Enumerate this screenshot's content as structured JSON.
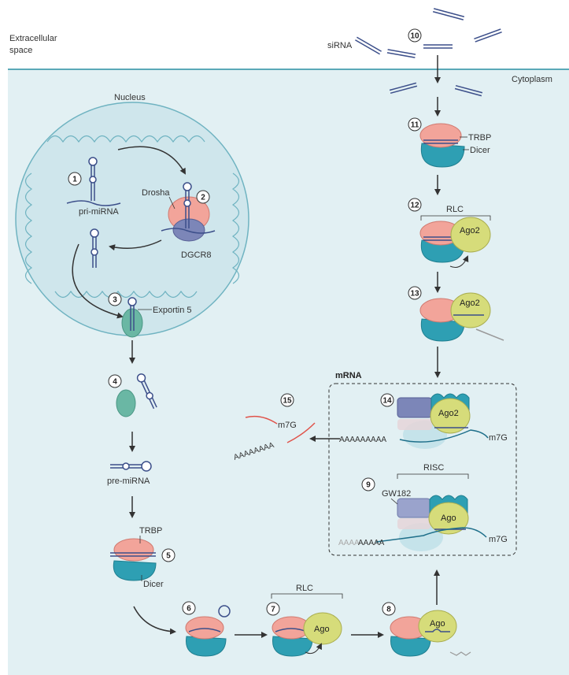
{
  "regions": {
    "extracellular": "Extracellular\nspace",
    "cytoplasm": "Cytoplasm",
    "nucleus": "Nucleus",
    "mrna_box": "mRNA"
  },
  "labels": {
    "sirna": "siRNA",
    "pri_mirna": "pri-miRNA",
    "drosha": "Drosha",
    "dgcr8": "DGCR8",
    "exportin5": "Exportin 5",
    "pre_mirna": "pre-miRNA",
    "trbp_left": "TRBP",
    "dicer_left": "Dicer",
    "trbp_right": "TRBP",
    "dicer_right": "Dicer",
    "rlc_right": "RLC",
    "rlc_bottom": "RLC",
    "ago2_12": "Ago2",
    "ago2_13": "Ago2",
    "ago2_14": "Ago2",
    "ago_7": "Ago",
    "ago_8": "Ago",
    "ago_9": "Ago",
    "risc": "RISC",
    "gw182": "GW182",
    "m7g_14": "m7G",
    "m7g_9": "m7G",
    "m7g_15": "m7G",
    "polya_14": "AAAAAAAAA",
    "polya_9": "AAAAA",
    "polya_9_faded": "AAAA",
    "polya_15": "AAAAAAAA"
  },
  "steps": [
    "1",
    "2",
    "3",
    "4",
    "5",
    "6",
    "7",
    "8",
    "9",
    "10",
    "11",
    "12",
    "13",
    "14",
    "15"
  ],
  "colors": {
    "cytoplasm_fill": "#e2f0f3",
    "membrane": "#5aa9b8",
    "nucleus_fill": "#cfe6ec",
    "salmon": "#f2a49a",
    "teal": "#2e9fb3",
    "lime": "#d6dc7a",
    "purple": "#7c86b8",
    "exportin": "#6ab7a4",
    "rna": "#3c4f8a",
    "red_rna": "#e0534a",
    "gw182": "#9aa3cc"
  }
}
